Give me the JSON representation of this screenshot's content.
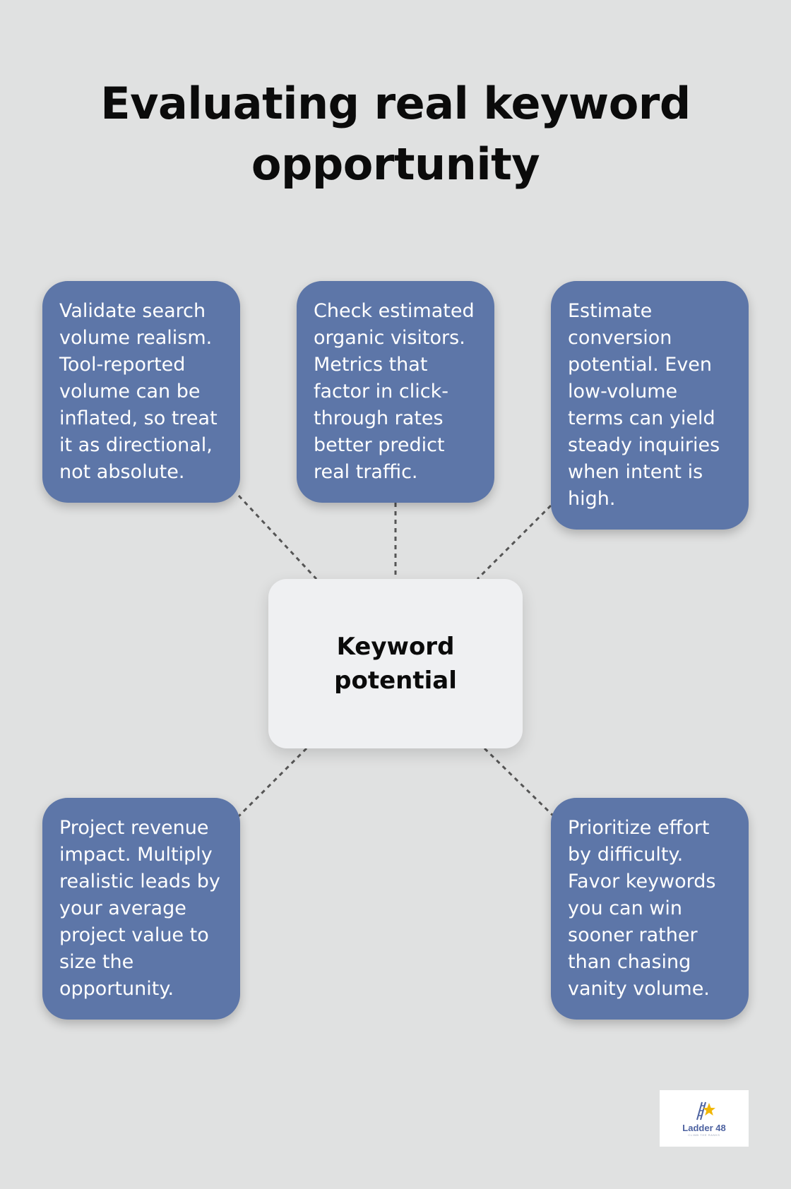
{
  "title": "Evaluating real keyword opportunity",
  "center": {
    "label": "Keyword potential"
  },
  "cards": {
    "validate": "Validate search volume realism. Tool-reported volume can be inflated, so treat it as directional, not absolute.",
    "visitors": "Check estimated organic visitors. Metrics that factor in click-through rates better predict real traffic.",
    "conversion": "Estimate conversion potential. Even low-volume terms can yield steady inquiries when intent is high.",
    "revenue": "Project revenue impact. Multiply realistic leads by your average project value to size the opportunity.",
    "difficulty": "Prioritize effort by difficulty. Favor keywords you can win sooner rather than chasing vanity volume."
  },
  "logo": {
    "name": "Ladder 48",
    "tagline": "CLIMB THE RANKS"
  },
  "colors": {
    "background": "#e0e1e1",
    "card": "#5d76a8",
    "center_node": "#eff0f2",
    "connector": "#555555",
    "logo_blue": "#4d62a0",
    "logo_star": "#f2b705"
  }
}
